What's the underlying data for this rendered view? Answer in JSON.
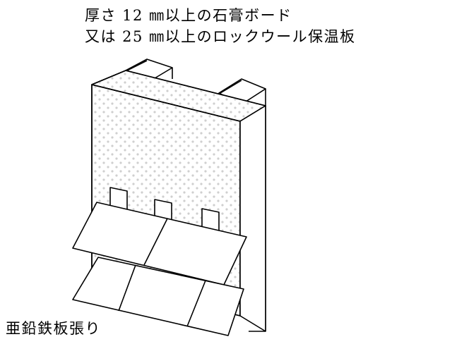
{
  "labels": {
    "board_line_1": "厚さ 12 ㎜以上の石膏ボード",
    "board_line_2": "又は 25 ㎜以上のロックウール保温板",
    "sheet": "亜鉛鉄板張り"
  },
  "colors": {
    "line": "#000000",
    "board_dots": "#cfcfcf",
    "background": "#ffffff"
  }
}
